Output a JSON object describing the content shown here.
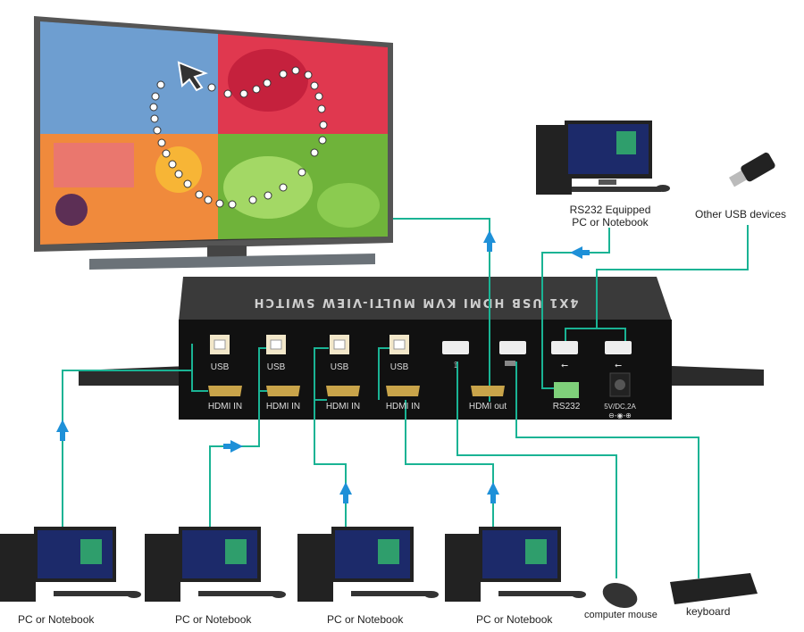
{
  "device": {
    "title": "4X1 USB HDMI KVM MULTI-VIEW SWITCH",
    "ports": {
      "usb_in": [
        "USB",
        "USB",
        "USB",
        "USB"
      ],
      "hdmi_in": [
        "HDMI IN",
        "HDMI IN",
        "HDMI IN",
        "HDMI IN"
      ],
      "hdmi_out": "HDMI out",
      "rs232": "RS232",
      "power": "5V/DC,2A"
    }
  },
  "labels": {
    "rs232_pc_line1": "RS232 Equipped",
    "rs232_pc_line2": "PC or Notebook",
    "usb_devices": "Other USB devices",
    "pc1": "PC or Notebook",
    "pc2": "PC or Notebook",
    "pc3": "PC or Notebook",
    "pc4": "PC or Notebook",
    "mouse": "computer mouse",
    "keyboard": "keyboard"
  },
  "colors": {
    "cable": "#1ab394",
    "arrow": "#1e90d8",
    "device_body": "#111111",
    "hdmi_gold": "#c9a44a"
  }
}
